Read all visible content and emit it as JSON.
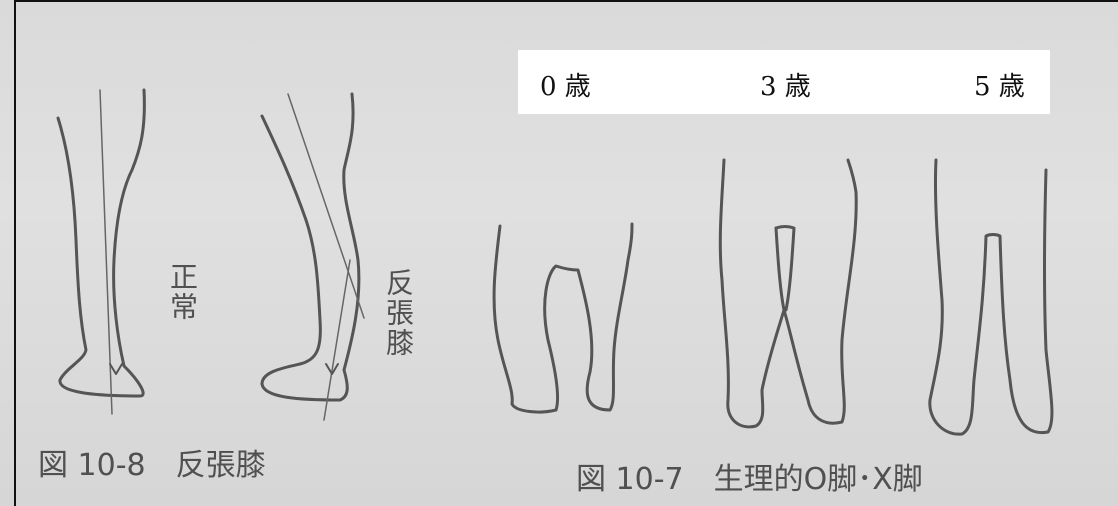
{
  "fig_10_8": {
    "caption": "図 10-8　反張膝",
    "normal_label": "正常",
    "recurvatum_label": "反張膝"
  },
  "fig_10_7": {
    "caption": "図 10-7　生理的O脚･X脚",
    "ages": [
      "0 歳",
      "3 歳",
      "5 歳"
    ]
  },
  "colors": {
    "page": "#dcdcdc",
    "ink": "#505050",
    "frame": "#111111",
    "age_text": "#111111"
  }
}
